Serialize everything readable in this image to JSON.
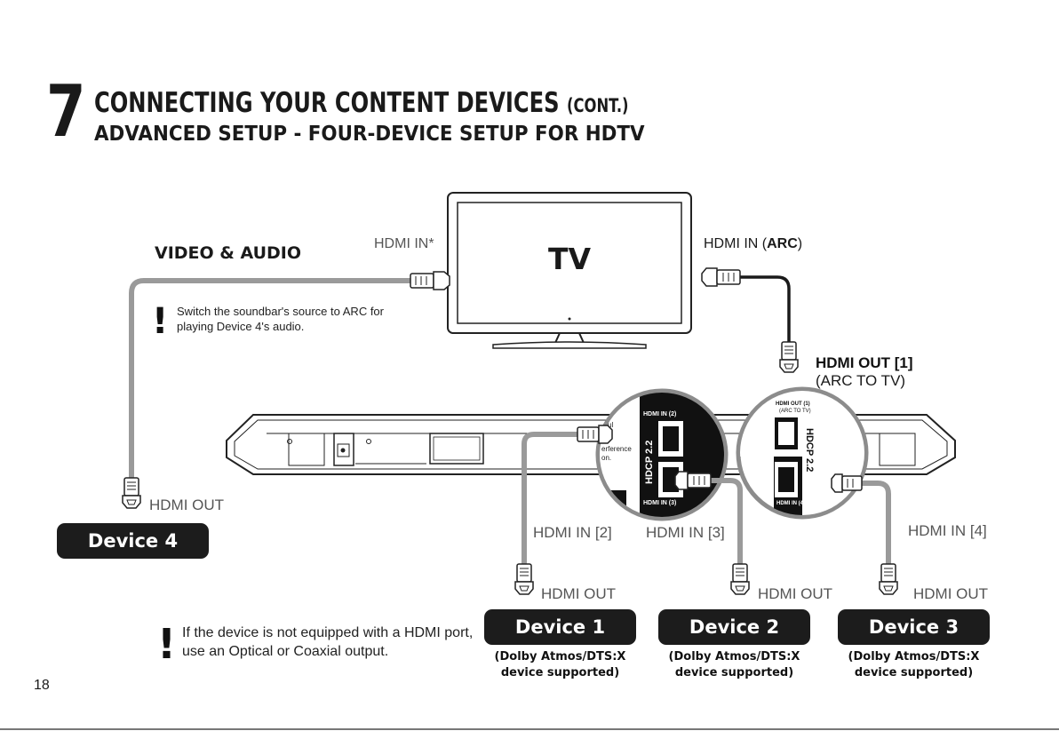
{
  "header": {
    "section_number": "7",
    "title_main": "CONNECTING YOUR CONTENT DEVICES",
    "title_cont": "(CONT.)",
    "subtitle": "ADVANCED SETUP - FOUR-DEVICE SETUP FOR HDTV"
  },
  "tv": {
    "label": "TV",
    "hdmi_in_label": "HDMI IN*",
    "hdmi_arc_prefix": "HDMI IN (",
    "hdmi_arc_bold": "ARC",
    "hdmi_arc_suffix": ")"
  },
  "video_audio_label": "VIDEO & AUDIO",
  "arc_note": "Switch the soundbar's source to ARC for playing Device 4's audio.",
  "soundbar": {
    "hdmi_out_main": "HDMI OUT [1]",
    "hdmi_out_sub": "(ARC TO TV)",
    "port_labels": {
      "hdmi_in_2": "HDMI IN [2]",
      "hdmi_in_3": "HDMI IN [3]",
      "hdmi_in_4": "HDMI IN [4]"
    },
    "zoom_left": {
      "top_label": "HDMI IN (2)",
      "bottom_label": "HDMI IN (3)",
      "hdcp": "HDCP 2.2"
    },
    "zoom_right": {
      "top_label": "HDMI OUT (1)",
      "arc_label": "(ARC TO TV)",
      "bottom_label": "HDMI IN (4)",
      "hdcp": "HDCP 2.2"
    },
    "partial_text": [
      "ul",
      "erference",
      "on."
    ]
  },
  "devices": [
    {
      "name": "Device 4",
      "out_label": "HDMI OUT"
    },
    {
      "name": "Device 1",
      "out_label": "HDMI OUT",
      "support": [
        "(Dolby Atmos/DTS:X",
        "device supported)"
      ]
    },
    {
      "name": "Device 2",
      "out_label": "HDMI OUT",
      "support": [
        "(Dolby Atmos/DTS:X",
        "device supported)"
      ]
    },
    {
      "name": "Device 3",
      "out_label": "HDMI OUT",
      "support": [
        "(Dolby Atmos/DTS:X",
        "device supported)"
      ]
    }
  ],
  "bottom_note": "If the device is not equipped with a HDMI port, use an Optical or Coaxial output.",
  "page_number": "18",
  "colors": {
    "cable_gray": "#9a9a9a",
    "cable_black": "#1a1a1a",
    "device_bg": "#1c1c1c",
    "zoom_ring": "#8c8c8c"
  }
}
